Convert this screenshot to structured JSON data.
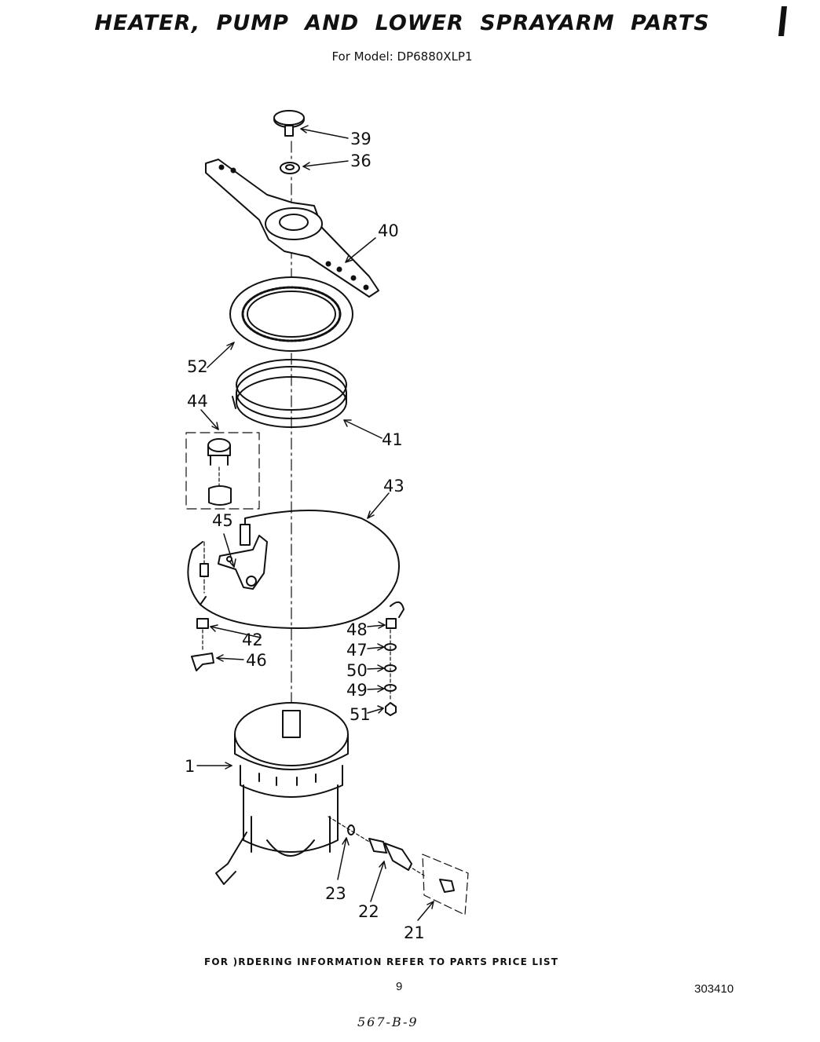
{
  "header": {
    "title": "HEATER, PUMP AND LOWER SPRAYARM PARTS",
    "subtitle": "For Model: DP6880XLP1"
  },
  "callouts": [
    {
      "id": "39",
      "label": "39"
    },
    {
      "id": "36",
      "label": "36"
    },
    {
      "id": "40",
      "label": "40"
    },
    {
      "id": "52",
      "label": "52"
    },
    {
      "id": "44",
      "label": "44"
    },
    {
      "id": "41",
      "label": "41"
    },
    {
      "id": "43",
      "label": "43"
    },
    {
      "id": "45",
      "label": "45"
    },
    {
      "id": "48",
      "label": "48"
    },
    {
      "id": "42",
      "label": "42"
    },
    {
      "id": "47",
      "label": "47"
    },
    {
      "id": "46",
      "label": "46"
    },
    {
      "id": "50",
      "label": "50"
    },
    {
      "id": "49",
      "label": "49"
    },
    {
      "id": "51",
      "label": "51"
    },
    {
      "id": "1",
      "label": "1"
    },
    {
      "id": "23",
      "label": "23"
    },
    {
      "id": "22",
      "label": "22"
    },
    {
      "id": "21",
      "label": "21"
    }
  ],
  "footer": {
    "ordering_note": "FOR )RDERING INFORMATION REFER TO PARTS PRICE LIST",
    "page_number": "9",
    "drawing_number": "303410",
    "handwritten_code": "567-B-9"
  }
}
